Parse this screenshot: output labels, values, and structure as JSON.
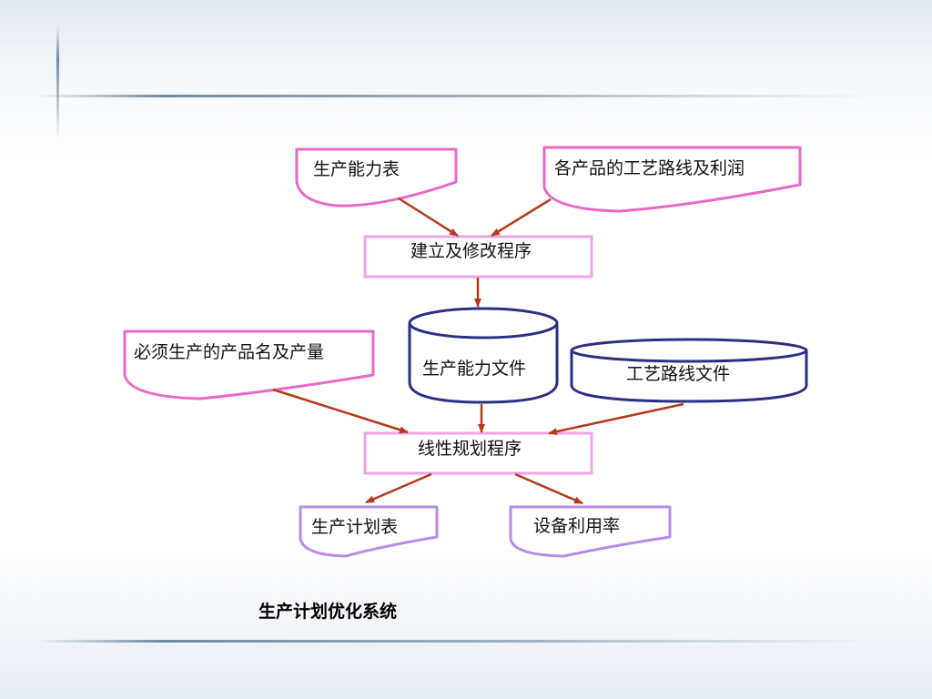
{
  "nodes": {
    "capacity_table": "生产能力表",
    "process_routes_profit": "各产品的工艺路线及利润",
    "build_modify_program": "建立及修改程序",
    "required_products_output": "必须生产的产品名及产量",
    "capacity_file": "生产能力文件",
    "route_file": "工艺路线文件",
    "linear_program": "线性规划程序",
    "production_plan_table": "生产计划表",
    "equipment_utilization": "设备利用率"
  },
  "caption": "生产计划优化系统",
  "colors": {
    "document_pink": "#e968c6",
    "document_purple": "#b98ae6",
    "process_border": "#eea4e6",
    "storage_navy": "#2a2f86",
    "arrow": "#b5391a",
    "header_line": "#5f7f9a"
  }
}
